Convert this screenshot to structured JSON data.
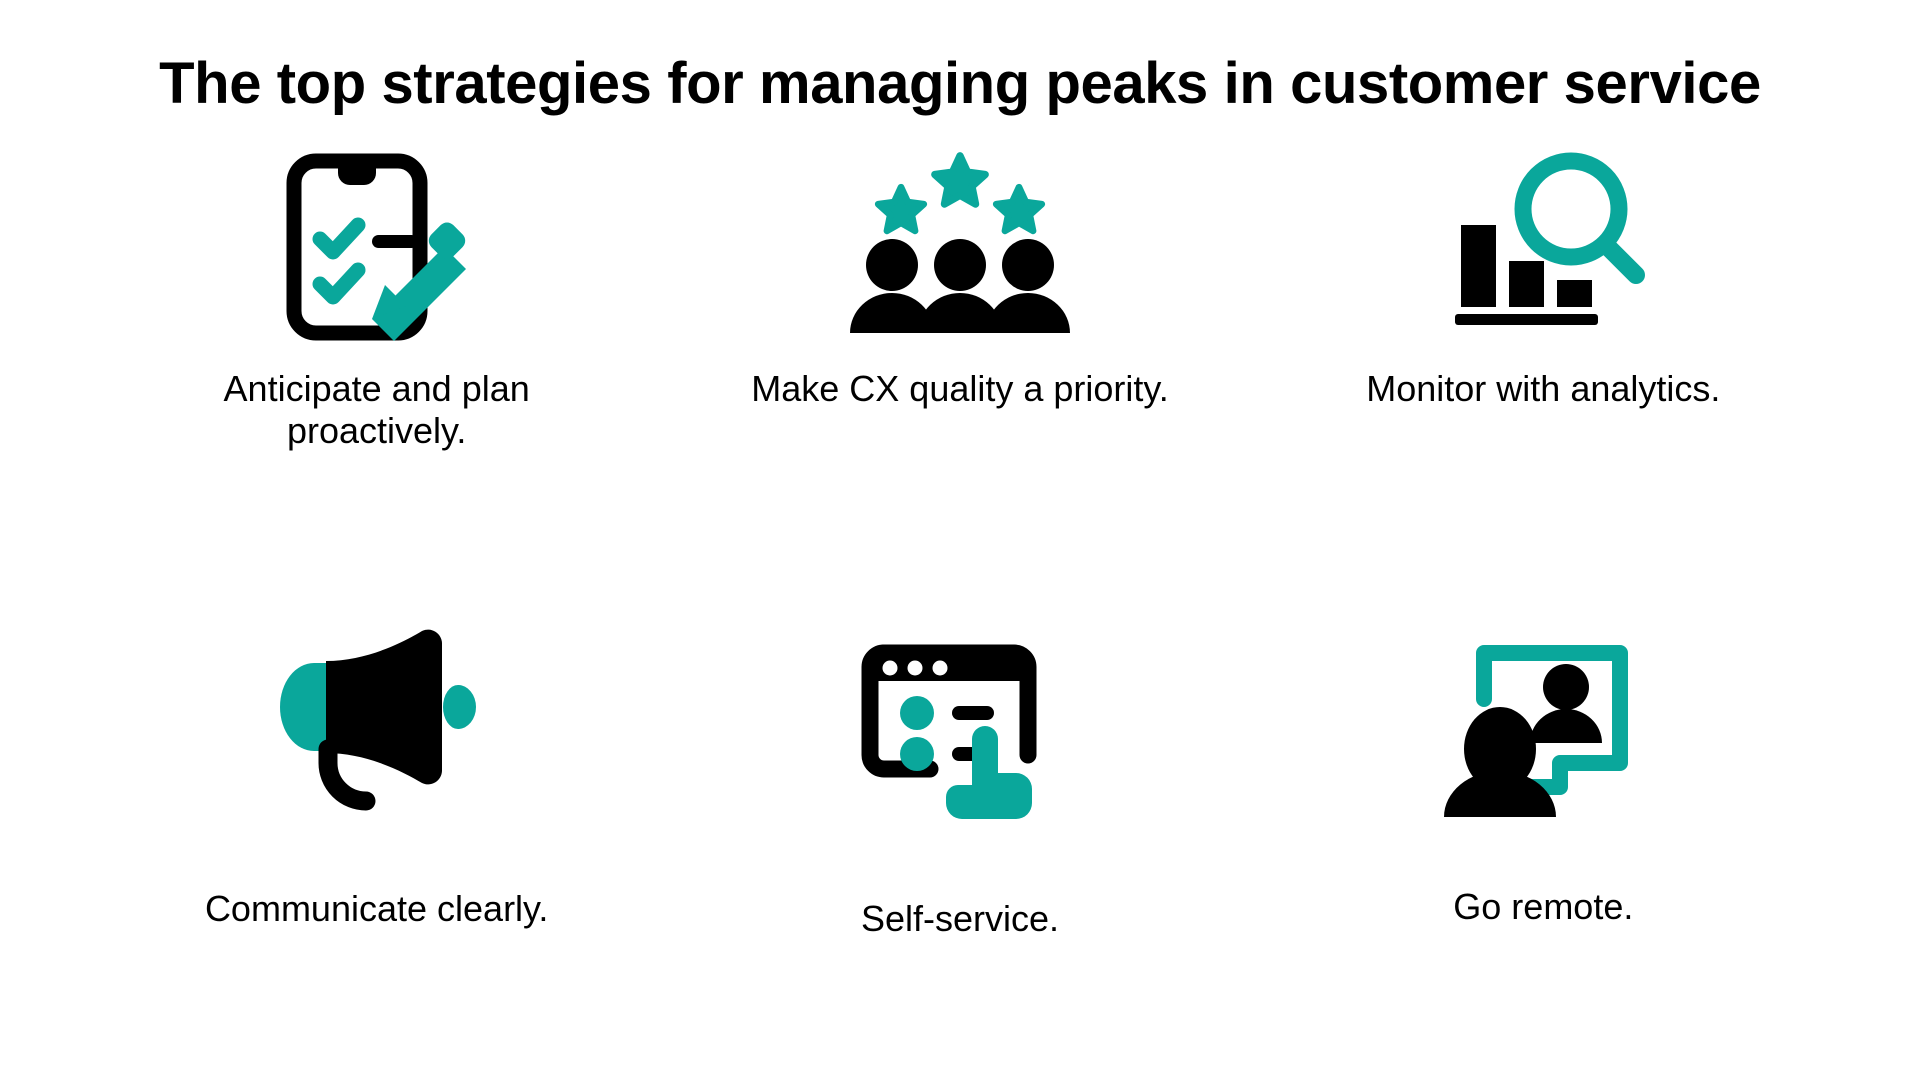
{
  "page": {
    "title": "The top strategies for managing peaks in customer service",
    "background_color": "#ffffff",
    "text_color": "#000000",
    "accent_color": "#0AA79B"
  },
  "strategies": [
    {
      "id": "anticipate-and-plan",
      "icon": "phone-checklist-pen-icon",
      "caption": "Anticipate and plan proactively."
    },
    {
      "id": "cx-quality",
      "icon": "stars-people-rating-icon",
      "caption": "Make CX quality a priority."
    },
    {
      "id": "monitor-analytics",
      "icon": "bar-chart-magnifier-icon",
      "caption": "Monitor with analytics."
    },
    {
      "id": "communicate-clearly",
      "icon": "megaphone-icon",
      "caption": "Communicate clearly."
    },
    {
      "id": "self-service",
      "icon": "browser-window-hand-click-icon",
      "caption": "Self-service."
    },
    {
      "id": "go-remote",
      "icon": "video-call-screen-person-icon",
      "caption": "Go remote."
    }
  ]
}
